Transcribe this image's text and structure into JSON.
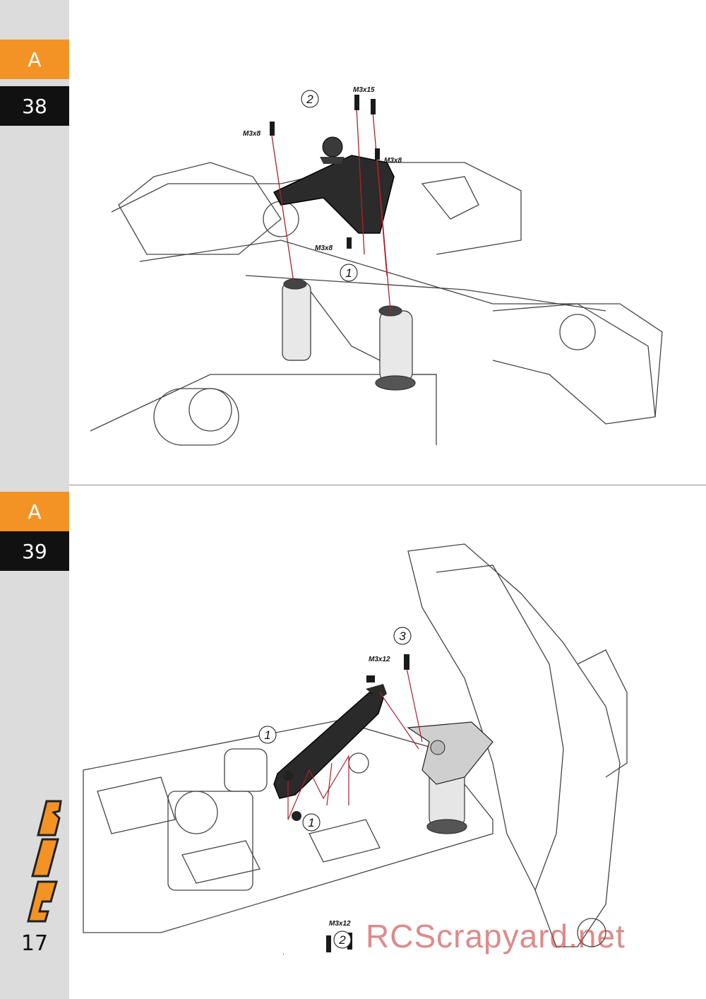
{
  "steps": [
    {
      "section": "A",
      "number": "38",
      "callouts": [
        "2",
        "1"
      ],
      "screws": [
        "M3x15",
        "M3x8",
        "M3x8",
        "M3x8"
      ]
    },
    {
      "section": "A",
      "number": "39",
      "callouts": [
        "3",
        "1",
        "1",
        "2"
      ],
      "screws": [
        "M3x12",
        "M3x12"
      ]
    }
  ],
  "page_number": "17",
  "watermark": "RCScrapyard.net",
  "colors": {
    "accent": "#f39325",
    "tab_dark": "#111111",
    "sidebar": "#dcdcdc",
    "guide_line": "#b0202a"
  }
}
